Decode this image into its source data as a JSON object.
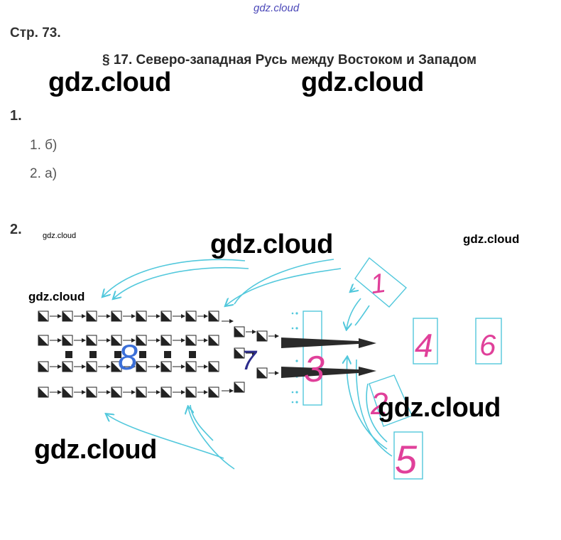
{
  "header": {
    "site_link": "gdz.cloud",
    "page_label": "Стр. 73.",
    "paragraph_title": "§ 17. Северо-западная Русь между Востоком и Западом"
  },
  "watermarks": {
    "large": [
      "gdz.cloud",
      "gdz.cloud",
      "gdz.cloud",
      "gdz.cloud",
      "gdz.cloud"
    ],
    "small": [
      "gdz.cloud",
      "gdz.cloud"
    ],
    "tiny": "gdz.cloud"
  },
  "task1": {
    "number": "1.",
    "answers": [
      "1. б)",
      "2. а)"
    ]
  },
  "task2": {
    "number": "2.",
    "handwritten_digits": [
      "1",
      "2",
      "3",
      "4",
      "5",
      "6",
      "7",
      "8"
    ],
    "colors": {
      "pink": "#e0409a",
      "cyan": "#52c8dc",
      "blue": "#3b6fd8",
      "navy": "#2c2c8c",
      "dark": "#2a2a2a"
    }
  }
}
